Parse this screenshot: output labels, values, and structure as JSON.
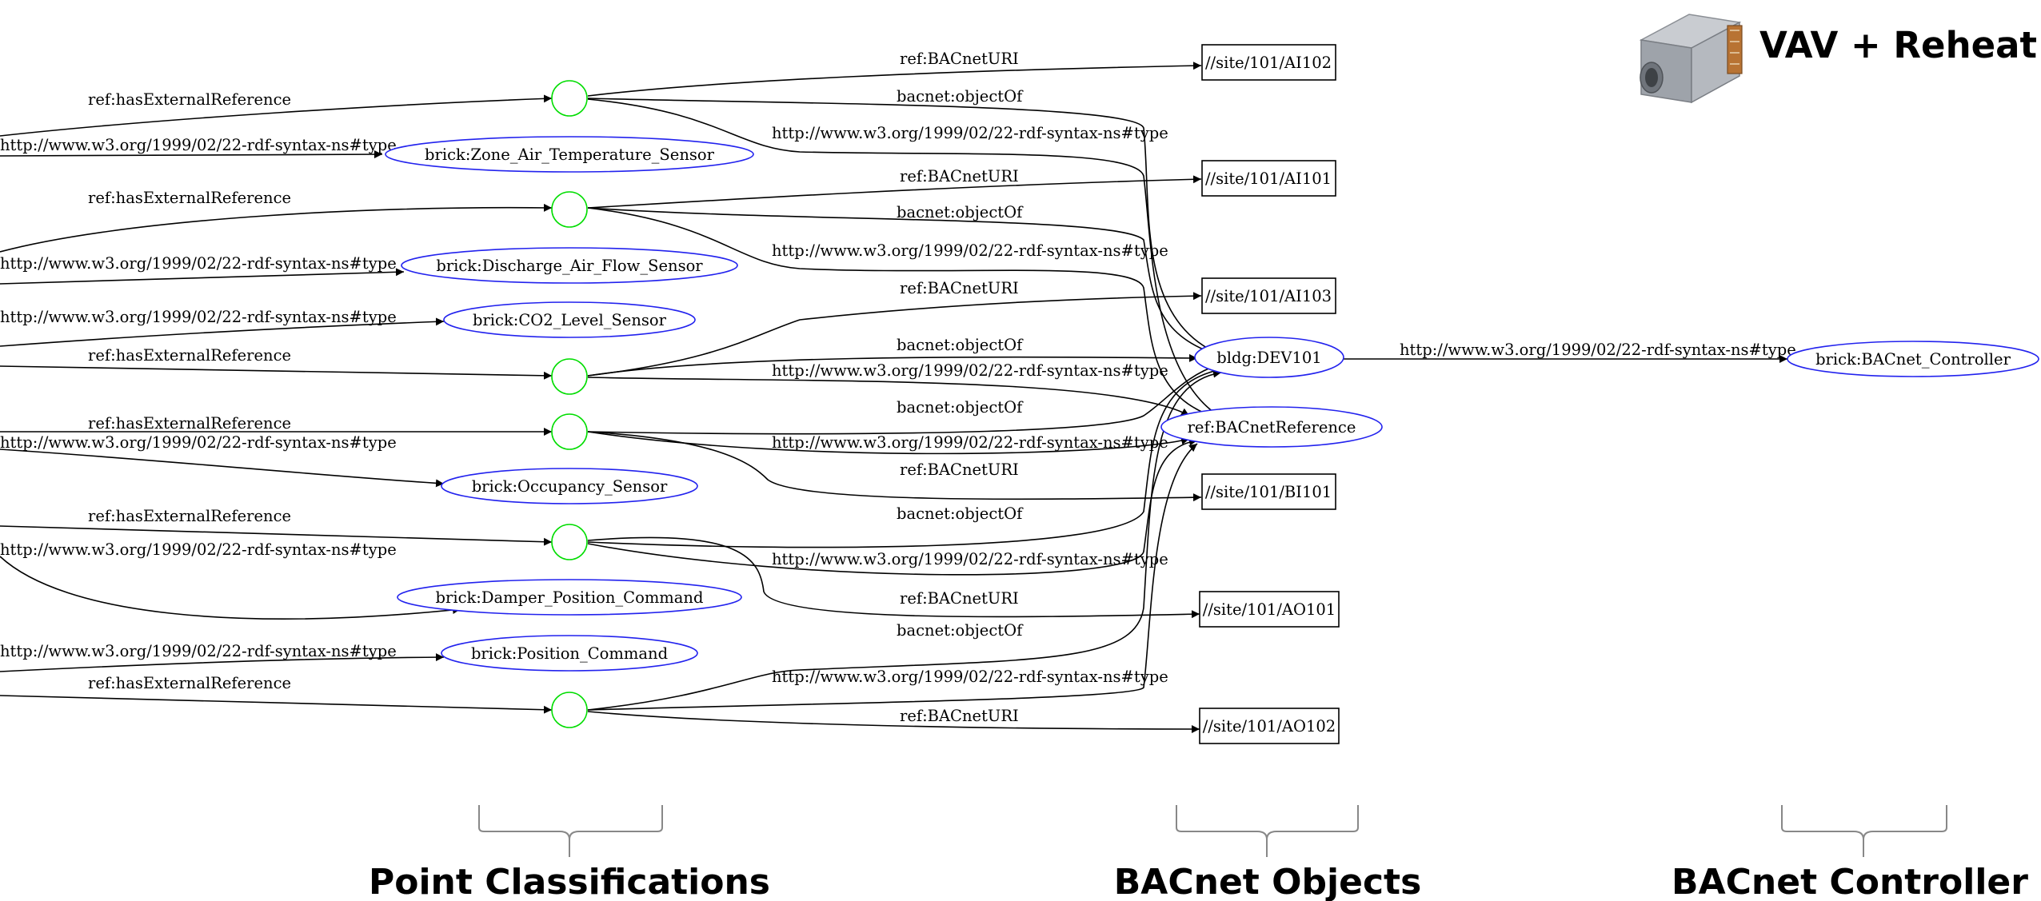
{
  "title": "VAV + Reheat",
  "device_image": {
    "name": "vav-unit-icon"
  },
  "sections": [
    "Point Classifications",
    "BACnet Objects",
    "BACnet Controller"
  ],
  "edge_labels": {
    "has_external_reference": "ref:hasExternalReference",
    "rdf_type": "http://www.w3.org/1999/02/22-rdf-syntax-ns#type",
    "bacnet_uri": "ref:BACnetURI",
    "object_of": "bacnet:objectOf"
  },
  "nodes": {
    "zone_air_temp": "brick:Zone_Air_Temperature_Sensor",
    "discharge_air_flow": "brick:Discharge_Air_Flow_Sensor",
    "co2_level": "brick:CO2_Level_Sensor",
    "occupancy": "brick:Occupancy_Sensor",
    "damper_position": "brick:Damper_Position_Command",
    "position_command": "brick:Position_Command",
    "ai102": "//site/101/AI102",
    "ai101": "//site/101/AI101",
    "ai103": "//site/101/AI103",
    "bi101": "//site/101/BI101",
    "ao101": "//site/101/AO101",
    "ao102": "//site/101/AO102",
    "dev101": "bldg:DEV101",
    "bacnet_reference": "ref:BACnetReference",
    "bacnet_controller": "brick:BACnet_Controller"
  }
}
